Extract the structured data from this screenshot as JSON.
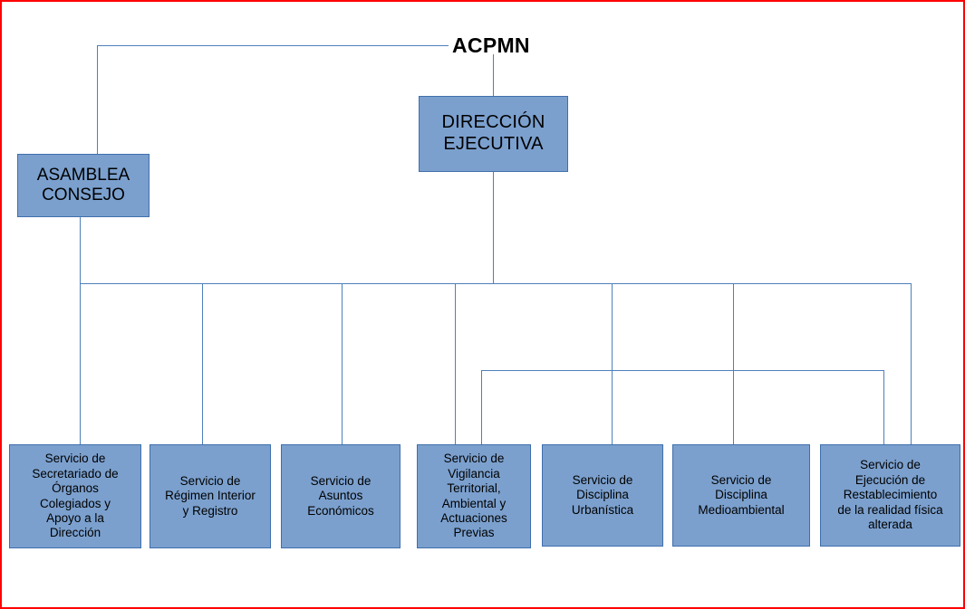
{
  "diagram": {
    "title": "ACPMN",
    "type": "org-chart",
    "colors": {
      "node_fill": "#7BA0CE",
      "node_border": "#3F6FAC",
      "connector": "#4E7FBC",
      "frame": "#FF0000",
      "text": "#000000"
    },
    "root": {
      "label": "ACPMN"
    },
    "level1": [
      {
        "id": "asamblea",
        "label": "ASAMBLEA\nCONSEJO",
        "line1": "ASAMBLEA",
        "line2": "CONSEJO"
      },
      {
        "id": "direccion",
        "label": "DIRECCIÓN\nEJECUTIVA",
        "line1": "DIRECCIÓN",
        "line2": "EJECUTIVA"
      }
    ],
    "services": [
      {
        "id": "secretariado",
        "label": "Servicio de Secretariado de Órganos Colegiados y Apoyo a la Dirección",
        "lines": [
          "Servicio de",
          "Secretariado de",
          "Órganos",
          "Colegiados y",
          "Apoyo a la",
          "Dirección"
        ]
      },
      {
        "id": "regimen-interior",
        "label": "Servicio de Régimen Interior y Registro",
        "lines": [
          "Servicio de",
          "Régimen Interior",
          "y Registro"
        ]
      },
      {
        "id": "asuntos-economicos",
        "label": "Servicio de Asuntos Económicos",
        "lines": [
          "Servicio de",
          "Asuntos",
          "Económicos"
        ]
      },
      {
        "id": "vigilancia-territorial",
        "label": "Servicio de Vigilancia Territorial, Ambiental y Actuaciones Previas",
        "lines": [
          "Servicio de",
          "Vigilancia",
          "Territorial,",
          "Ambiental y",
          "Actuaciones",
          "Previas"
        ]
      },
      {
        "id": "disciplina-urbanistica",
        "label": "Servicio de Disciplina Urbanística",
        "lines": [
          "Servicio de",
          "Disciplina",
          "Urbanística"
        ]
      },
      {
        "id": "disciplina-medioambiental",
        "label": "Servicio de Disciplina Medioambiental",
        "lines": [
          "Servicio de",
          "Disciplina",
          "Medioambiental"
        ]
      },
      {
        "id": "ejecucion-restablecimiento",
        "label": "Servicio de Ejecución de Restablecimiento de la realidad física alterada",
        "lines": [
          "Servicio de",
          "Ejecución de",
          "Restablecimiento",
          "de la realidad física",
          "alterada"
        ]
      }
    ]
  }
}
